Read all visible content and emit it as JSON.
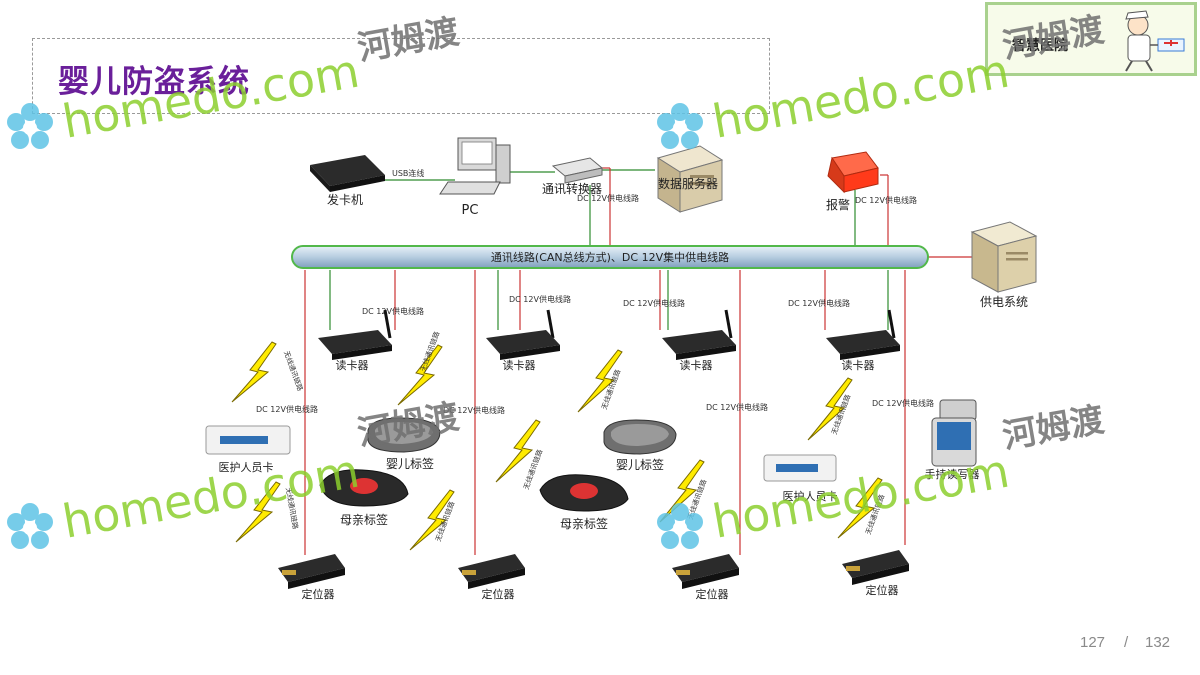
{
  "slide": {
    "title": "婴儿防盗系统",
    "page_current": "127",
    "page_separator": "/",
    "page_total": "132",
    "corner_logo_text": "智慧医院"
  },
  "diagram": {
    "bus_label": "通讯线路(CAN总线方式)、DC 12V集中供电线路",
    "usb_label": "USB连线",
    "dc_label": "DC 12V供电线路",
    "wireless_label": "无线通讯链路",
    "nodes": {
      "card_issuer": "发卡机",
      "pc": "PC",
      "converter": "通讯转换器",
      "server": "数据服务器",
      "alarm": "报警",
      "power": "供电系统",
      "reader": "读卡器",
      "staff_card": "医护人员卡",
      "baby_tag": "婴儿标签",
      "mother_tag": "母亲标签",
      "handheld": "手持读写器",
      "locator": "定位器"
    }
  },
  "watermark": {
    "brand": "homedo.com",
    "cn": "河姆渡"
  }
}
